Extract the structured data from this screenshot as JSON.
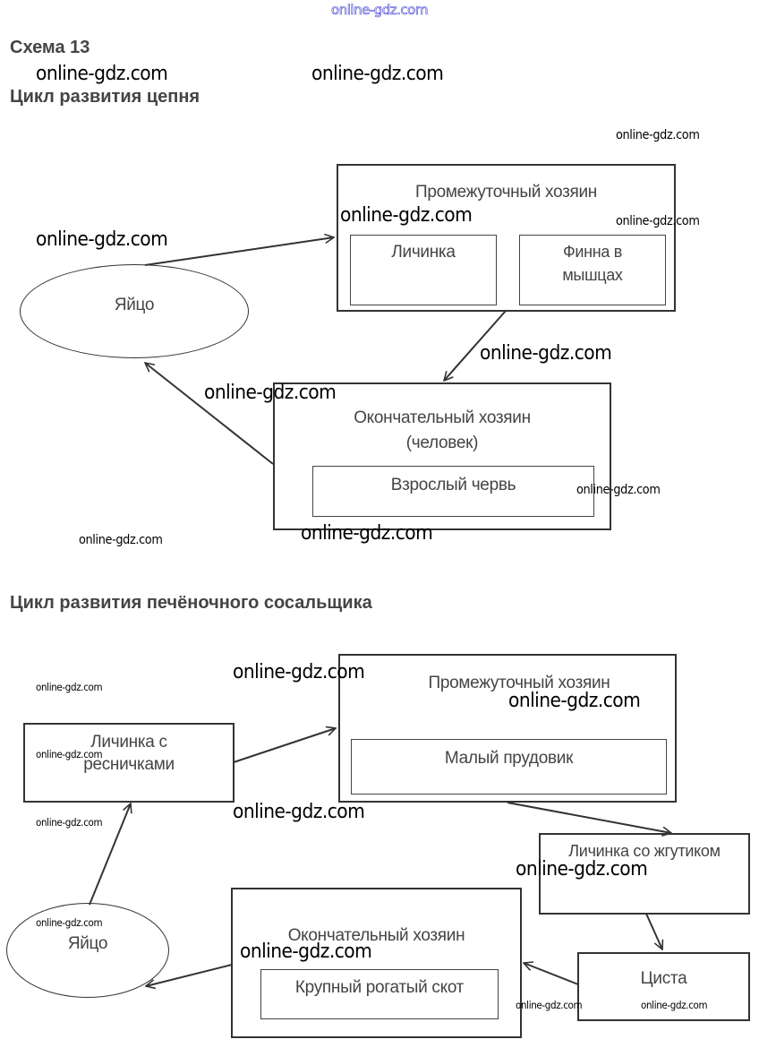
{
  "site_watermark": "online-gdz.com",
  "scheme_title": "Схема 13",
  "diagram1": {
    "title": "Цикл развития цепня",
    "egg": "Яйцо",
    "intermediate_host": {
      "title": "Промежуточный хозяин",
      "stage1": "Личинка",
      "stage2_line1": "Финна в",
      "stage2_line2": "мышцах"
    },
    "final_host": {
      "title_line1": "Окончательный хозяин",
      "title_line2": "(человек)",
      "stage": "Взрослый червь"
    }
  },
  "diagram2": {
    "title": "Цикл развития печёночного сосальщика",
    "ciliated_larva_line1": "Личинка с",
    "ciliated_larva_line2": "ресничками",
    "intermediate_host": {
      "title": "Промежуточный хозяин",
      "stage": "Малый прудовик"
    },
    "flagellated_larva": "Личинка со жгутиком",
    "cyst": "Циста",
    "final_host": {
      "title": "Окончательный хозяин",
      "stage": "Крупный рогатый скот"
    },
    "egg": "Яйцо"
  },
  "watermark": "online-gdz.com"
}
